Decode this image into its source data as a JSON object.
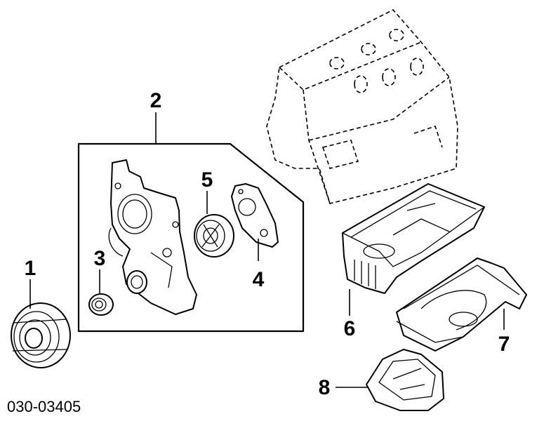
{
  "diagram": {
    "callouts": [
      {
        "id": "1",
        "label": "1"
      },
      {
        "id": "2",
        "label": "2"
      },
      {
        "id": "3",
        "label": "3"
      },
      {
        "id": "4",
        "label": "4"
      },
      {
        "id": "5",
        "label": "5"
      },
      {
        "id": "6",
        "label": "6"
      },
      {
        "id": "7",
        "label": "7"
      },
      {
        "id": "8",
        "label": "8"
      }
    ],
    "figure_code": "030-03405"
  }
}
